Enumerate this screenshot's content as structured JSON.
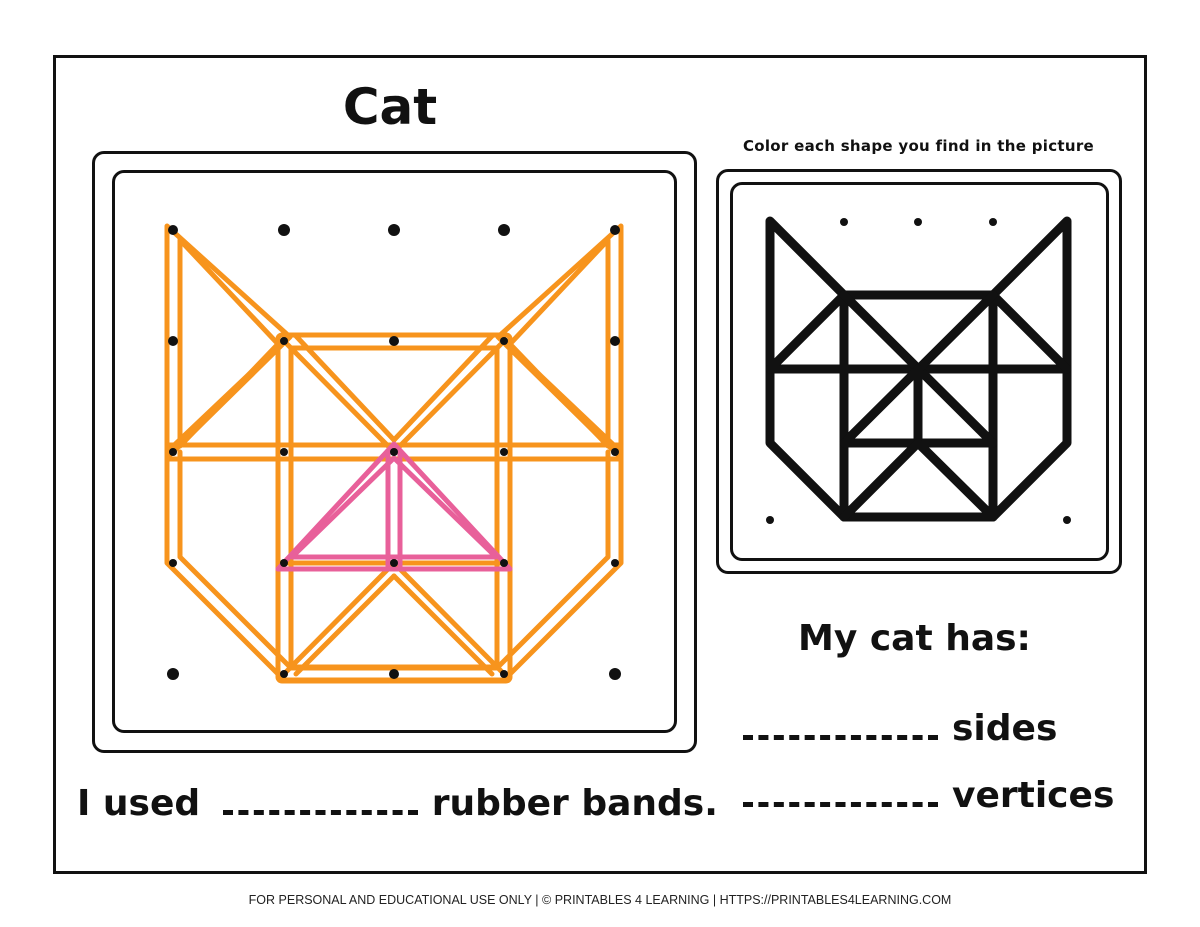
{
  "worksheet": {
    "title": "Cat",
    "instruction": "Color each shape you find in the picture",
    "rubber_band_prompt": {
      "prefix": "I used",
      "suffix": "rubber bands."
    },
    "cat_has": {
      "heading": "My cat has:",
      "sides_label": "sides",
      "vertices_label": "vertices"
    },
    "footer": "FOR PERSONAL AND EDUCATIONAL USE ONLY | © PRINTABLES 4 LEARNING | HTTPS://PRINTABLES4LEARNING.COM"
  },
  "colors": {
    "band_orange": "#F7941D",
    "band_pink": "#E8609A",
    "ink": "#111111"
  },
  "geoboard": {
    "grid": "5x5"
  }
}
